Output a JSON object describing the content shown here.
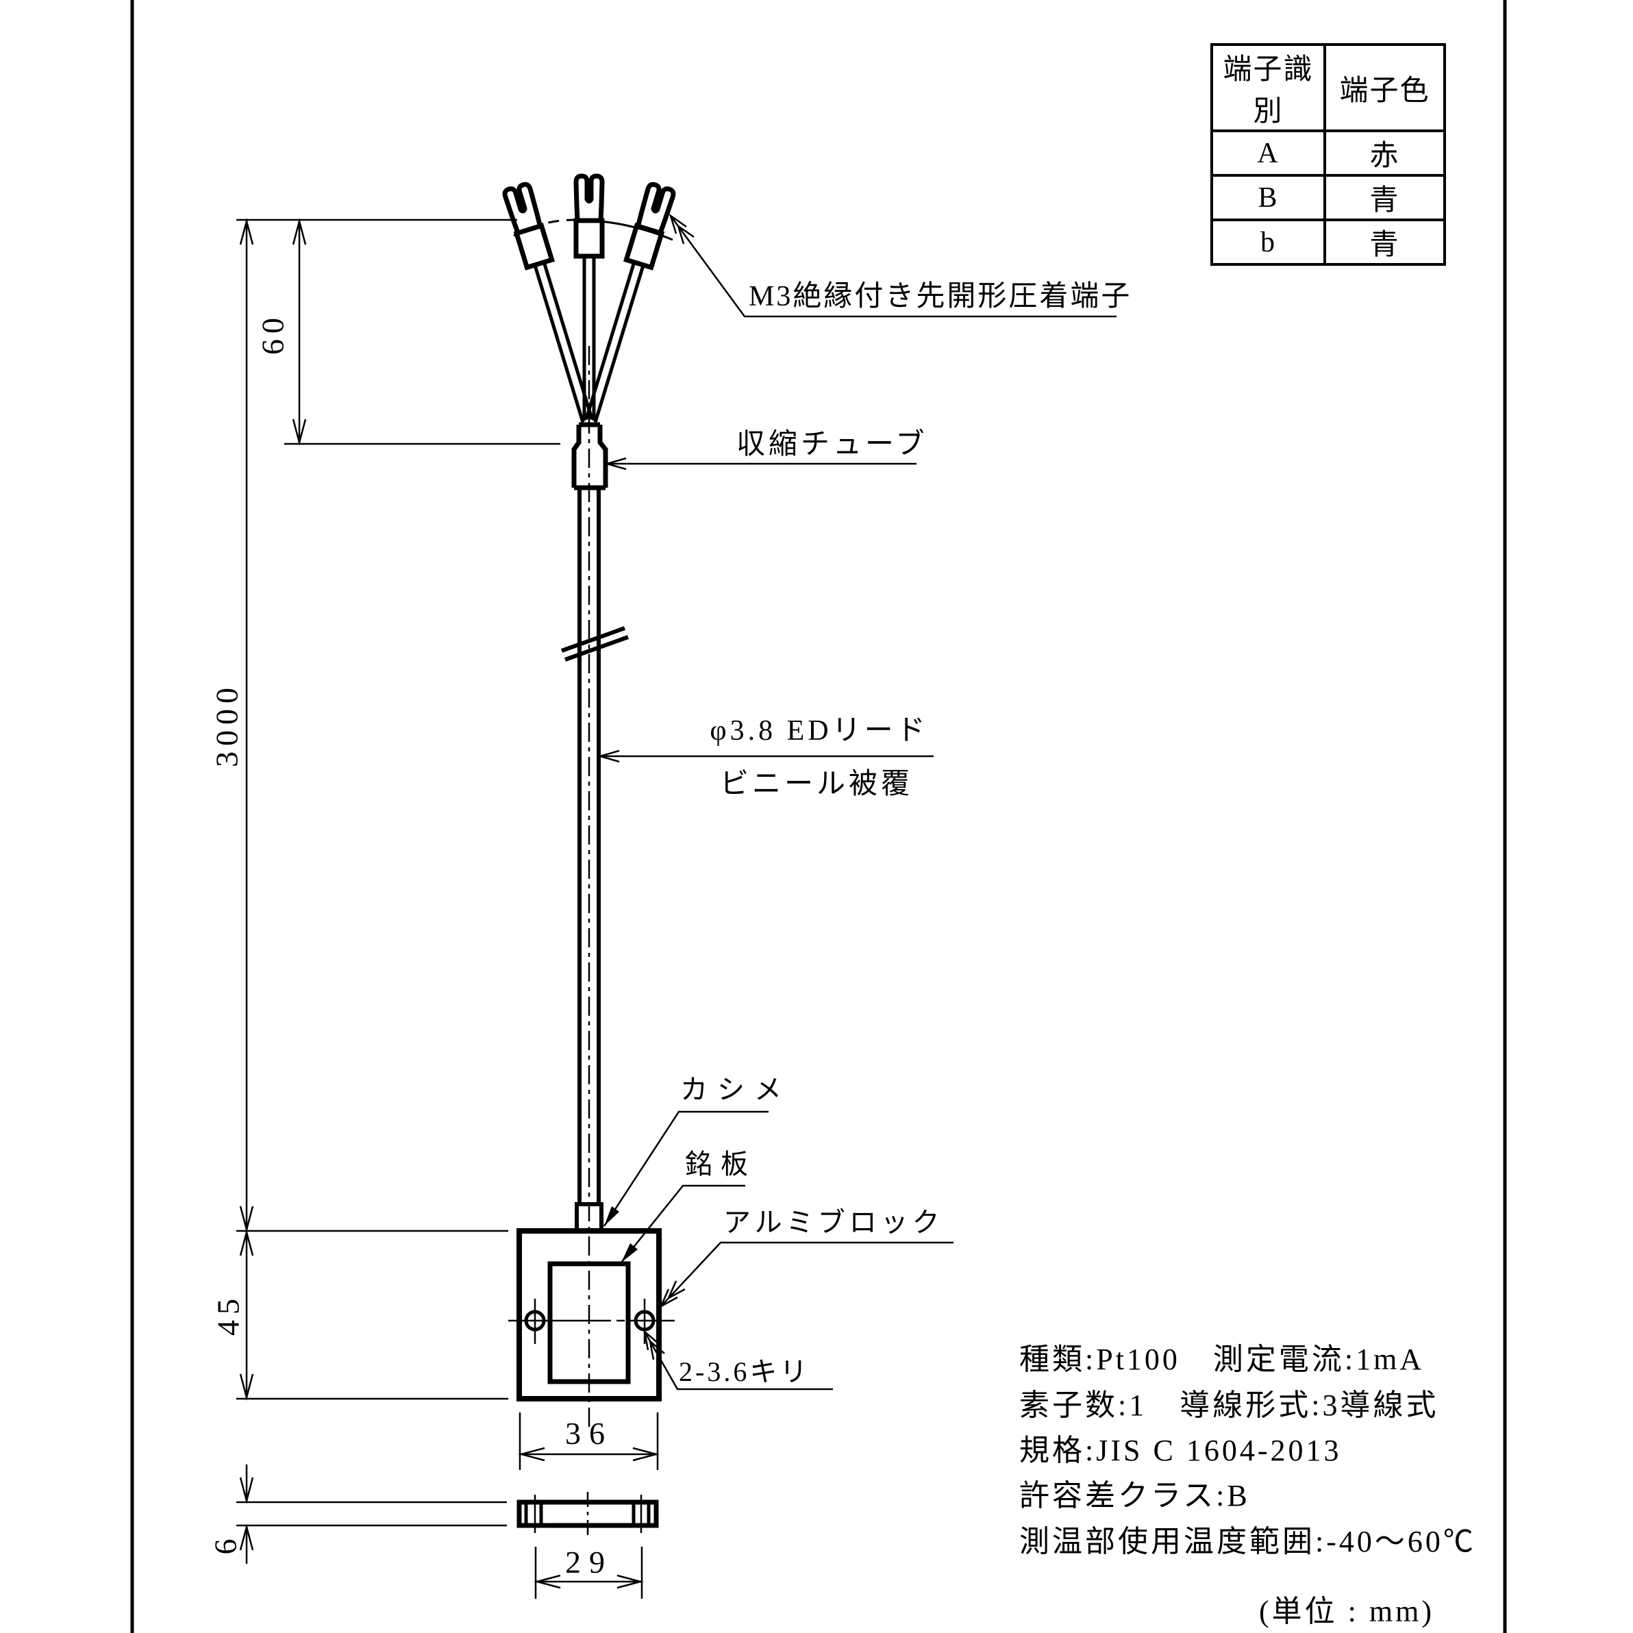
{
  "terminal_table": {
    "header_id": "端子識別",
    "header_color": "端子色",
    "rows": [
      {
        "id": "A",
        "color": "赤"
      },
      {
        "id": "B",
        "color": "青"
      },
      {
        "id": "b",
        "color": "青"
      }
    ]
  },
  "labels": {
    "crimp_terminal": "M3絶縁付き先開形圧着端子",
    "shrink_tube": "収縮チューブ",
    "lead_wire_line1": "φ3.8 EDリード",
    "lead_wire_line2": "ビニール被覆",
    "kashime": "カシメ",
    "nameplate": "銘板",
    "aluminum_block": "アルミブロック",
    "drill_holes": "2-3.6キリ"
  },
  "dimensions": {
    "terminal_fanout_length": "60",
    "lead_length": "3000",
    "block_height": "45",
    "block_width": "36",
    "hole_pitch": "29",
    "plate_thickness": "6"
  },
  "specs": {
    "line1": "種類:Pt100　測定電流:1mA",
    "line2": "素子数:1　導線形式:3導線式",
    "line3": "規格:JIS C 1604-2013",
    "line4": "許容差クラス:B",
    "line5": "測温部使用温度範囲:-40〜60℃",
    "unit_note": "(単位 : mm)"
  }
}
